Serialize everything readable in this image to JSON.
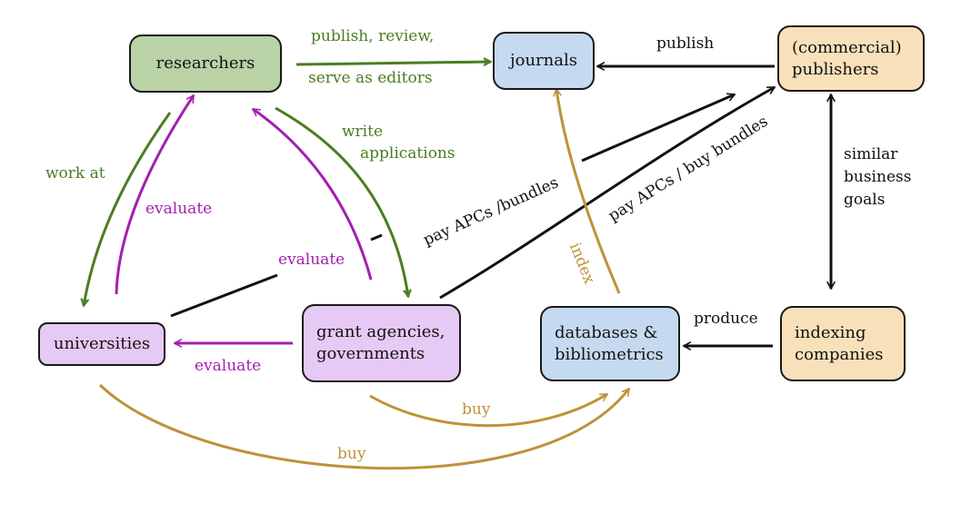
{
  "colors": {
    "green_box": "#b9d2a6",
    "blue_box": "#c5daf1",
    "orange_box": "#f8e1ba",
    "purple_box": "#e7c9f5",
    "green_arrow": "#4a7d22",
    "purple_arrow": "#a31fb0",
    "brown_arrow": "#c0913a",
    "black_arrow": "#111111"
  },
  "nodes": {
    "researchers": "researchers",
    "journals": "journals",
    "publishers": [
      "(commercial)",
      "publishers"
    ],
    "universities": "universities",
    "grant_agencies": [
      "grant agencies,",
      "governments"
    ],
    "databases": [
      "databases &",
      "bibliometrics"
    ],
    "indexing": [
      "indexing",
      "companies"
    ]
  },
  "edges": {
    "publish_review": [
      "publish, review,",
      "serve as editors"
    ],
    "publish": "publish",
    "similar_goals": [
      "similar",
      "business",
      "goals"
    ],
    "produce": "produce",
    "work_at": "work at",
    "evaluate_researchers": "evaluate",
    "write_applications": [
      "write",
      "applications"
    ],
    "evaluate_grants": "evaluate",
    "evaluate_universities": "evaluate",
    "pay_apcs_bundles": "pay APCs /bundles",
    "pay_apcs_buy_bundles": "pay APCs / buy bundles",
    "index": "index",
    "buy_grants": "buy",
    "buy_universities": "buy"
  }
}
